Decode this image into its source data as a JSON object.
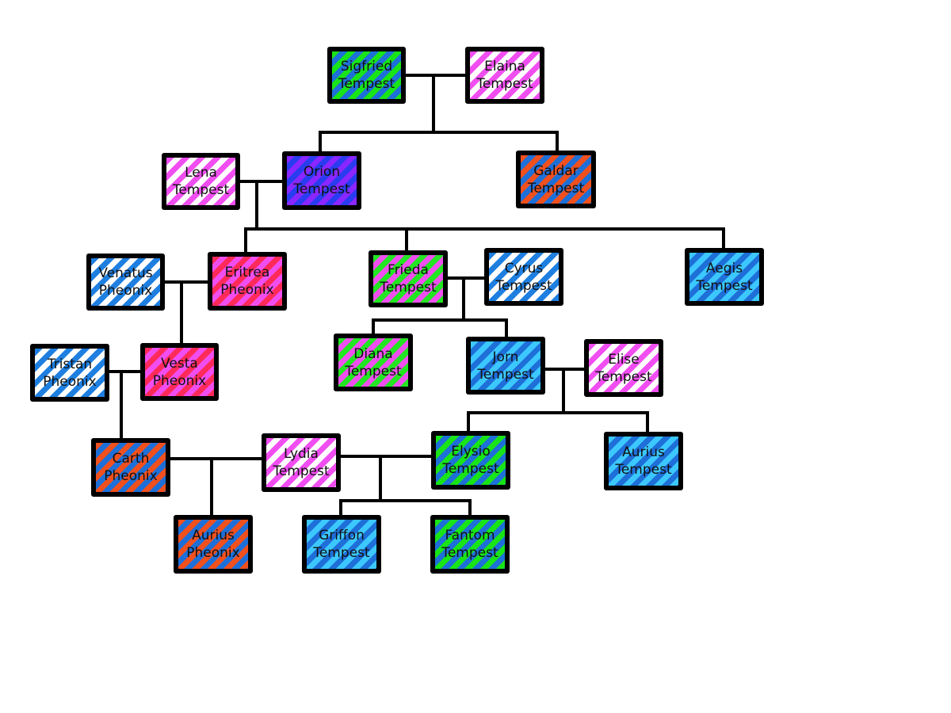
{
  "colors": {
    "green_blue": [
      "#18e418",
      "#1e6fd8"
    ],
    "pink_white": [
      "#f04ef0",
      "#ffffff"
    ],
    "purple_blue": [
      "#8a26ff",
      "#2a3cf0"
    ],
    "orange_blue": [
      "#f0501e",
      "#1e6fd8"
    ],
    "blue_white": [
      "#1e7fe0",
      "#ffffff"
    ],
    "red_pink": [
      "#ff2a5a",
      "#f04ef0"
    ],
    "green_pink": [
      "#22e622",
      "#f04ef0"
    ],
    "cyan_blue": [
      "#3cc8ff",
      "#1e6fd8"
    ],
    "line": "#000000"
  },
  "people": [
    {
      "id": "sigfried",
      "first": "Sigfried",
      "last": "Tempest",
      "pattern": "green_blue"
    },
    {
      "id": "elaina",
      "first": "Elaina",
      "last": "Tempest",
      "pattern": "pink_white"
    },
    {
      "id": "lena",
      "first": "Lena",
      "last": "Tempest",
      "pattern": "pink_white"
    },
    {
      "id": "orion",
      "first": "Orion",
      "last": "Tempest",
      "pattern": "purple_blue"
    },
    {
      "id": "galdar",
      "first": "Galdar",
      "last": "Tempest",
      "pattern": "orange_blue"
    },
    {
      "id": "venatus",
      "first": "Venatus",
      "last": "Pheonix",
      "pattern": "blue_white"
    },
    {
      "id": "eritrea",
      "first": "Eritrea",
      "last": "Pheonix",
      "pattern": "red_pink"
    },
    {
      "id": "frieda",
      "first": "Frieda",
      "last": "Tempest",
      "pattern": "green_pink"
    },
    {
      "id": "cyrus",
      "first": "Cyrus",
      "last": "Tempest",
      "pattern": "blue_white"
    },
    {
      "id": "aegis",
      "first": "Aegis",
      "last": "Tempest",
      "pattern": "cyan_blue"
    },
    {
      "id": "tristan",
      "first": "Tristan",
      "last": "Pheonix",
      "pattern": "blue_white"
    },
    {
      "id": "vesta",
      "first": "Vesta",
      "last": "Pheonix",
      "pattern": "red_pink"
    },
    {
      "id": "diana",
      "first": "Diana",
      "last": "Tempest",
      "pattern": "green_pink"
    },
    {
      "id": "jorn",
      "first": "Jorn",
      "last": "Tempest",
      "pattern": "cyan_blue"
    },
    {
      "id": "elise",
      "first": "Elise",
      "last": "Tempest",
      "pattern": "pink_white"
    },
    {
      "id": "carth",
      "first": "Carth",
      "last": "Pheonix",
      "pattern": "orange_blue"
    },
    {
      "id": "lydia",
      "first": "Lydia",
      "last": "Tempest",
      "pattern": "pink_white"
    },
    {
      "id": "elysio",
      "first": "Elysio",
      "last": "Tempest",
      "pattern": "green_blue"
    },
    {
      "id": "aurius_t",
      "first": "Aurius",
      "last": "Tempest",
      "pattern": "cyan_blue"
    },
    {
      "id": "aurius_p",
      "first": "Aurius",
      "last": "Pheonix",
      "pattern": "orange_blue"
    },
    {
      "id": "griffon",
      "first": "Griffon",
      "last": "Tempest",
      "pattern": "cyan_blue"
    },
    {
      "id": "fantom",
      "first": "Fantom",
      "last": "Tempest",
      "pattern": "green_blue"
    }
  ]
}
